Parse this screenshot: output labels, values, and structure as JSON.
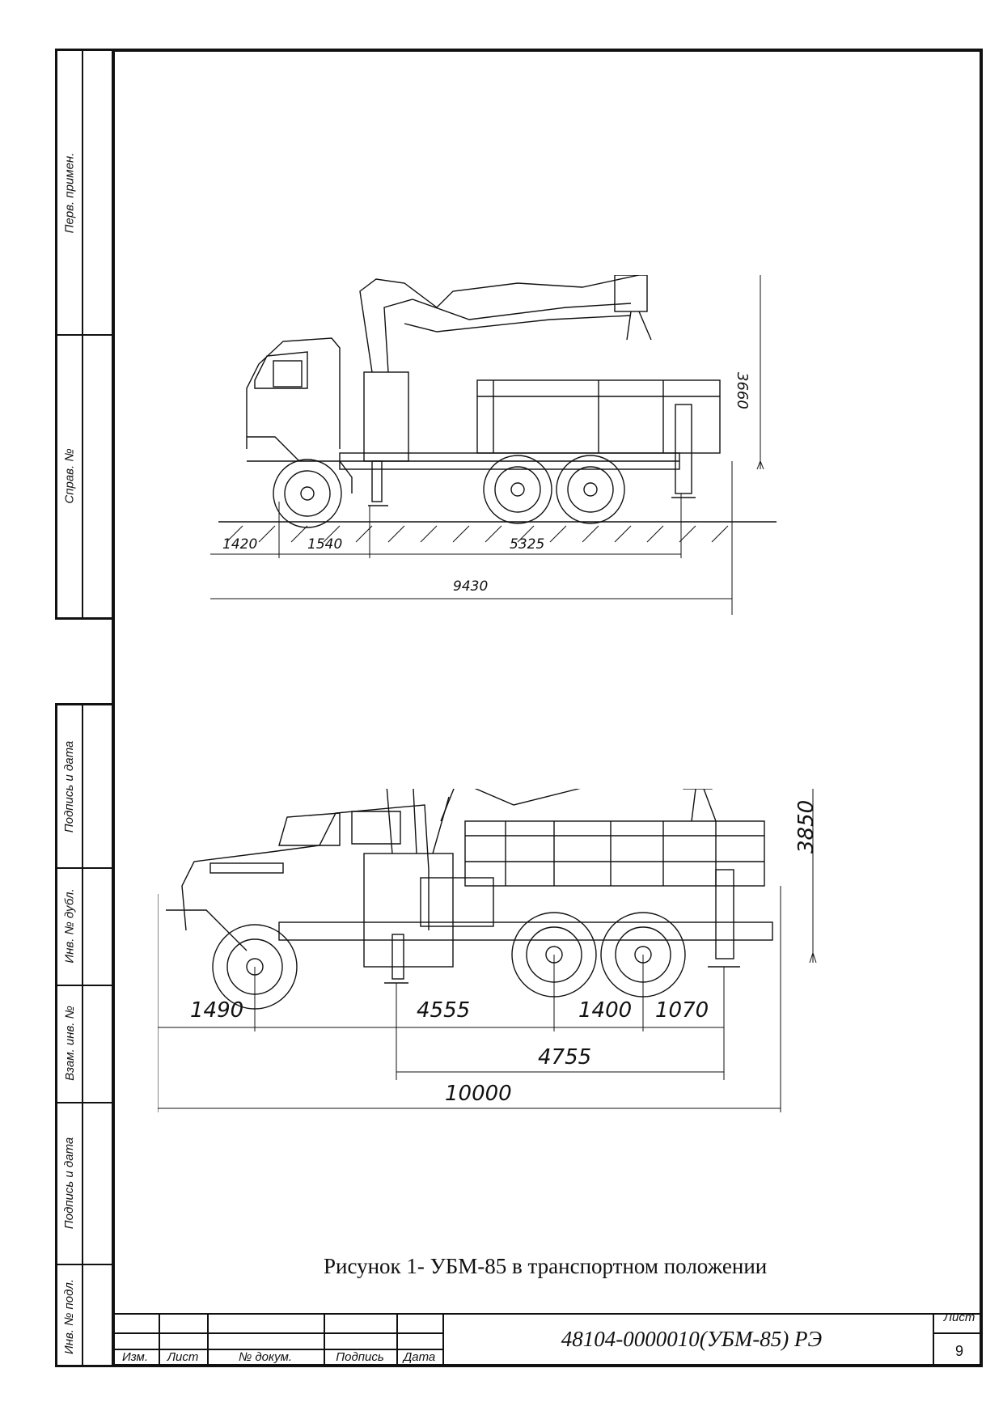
{
  "side_strip_top": {
    "labels": [
      "Перв. примен.",
      "Справ. №"
    ]
  },
  "side_strip_bottom": {
    "labels": [
      "Подпись и дата",
      "Инв. № дубл.",
      "Взам. инв. №",
      "Подпись и дата",
      "Инв. № подл."
    ]
  },
  "drawing_top": {
    "dims": {
      "d1": "1420",
      "d2": "1540",
      "d3": "5325",
      "total": "9430",
      "height": "3660"
    }
  },
  "drawing_bottom": {
    "dims": {
      "d1": "1490",
      "d2": "4555",
      "d3": "1400",
      "d4": "1070",
      "d5": "4755",
      "total": "10000",
      "height": "3850"
    }
  },
  "caption": "Рисунок 1- УБМ-85 в транспортном положении",
  "title_block": {
    "col_labels": [
      "Изм.",
      "Лист",
      "№ докум.",
      "Подпись",
      "Дата"
    ],
    "document_code": "48104-0000010(УБМ-85) РЭ",
    "sheet_label": "Лист",
    "sheet_number": "9"
  }
}
